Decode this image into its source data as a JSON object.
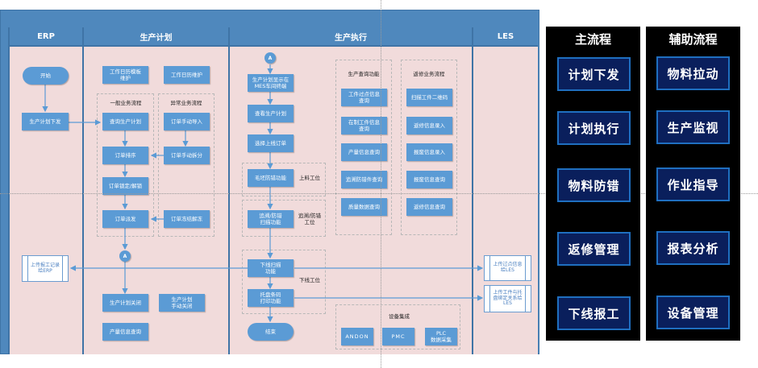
{
  "lanes": [
    {
      "name": "ERP"
    },
    {
      "name": "生产计划"
    },
    {
      "name": "生产执行"
    },
    {
      "name": "LES"
    }
  ],
  "erp": {
    "start": "开始",
    "plan_release": "生产计划下发",
    "upload_report": "上传报工记录\n给ERP"
  },
  "plan": {
    "calendar_template": "工作日历模板\n维护",
    "calendar_maintain": "工作日历维护",
    "group_normal": "一般业务流程",
    "group_exception": "异常业务流程",
    "query_plan": "查询生产计划",
    "order_sort": "订单排序",
    "order_lock": "订单锁定/解锁",
    "order_dispatch": "订单派发",
    "manual_import": "订单手动导入",
    "manual_split": "订单手动拆分",
    "freeze_unfreeze": "订单冻结解冻",
    "connector": "A",
    "plan_close": "生产计划关闭",
    "plan_manual_close": "生产计划\n手动关闭",
    "output_query": "产量信息查询"
  },
  "exec": {
    "connector": "A",
    "show_terminal": "生产计划显示在\nMES车间终端",
    "view_plan": "查看生产计划",
    "select_order": "选择上线订单",
    "blank_error_proof": "毛坯防错功能",
    "station_loading": "上料工位",
    "trace_scan": "追溯/防错\n扫描功能",
    "station_trace": "追溯/防错\n工位",
    "offline_scan": "下线扫描\n功能",
    "station_offline": "下线工位",
    "pallet_print": "托盘条码\n打印功能",
    "end": "结束",
    "query_group": "生产查询功能",
    "query_items": [
      "工件过点信息\n查询",
      "在制工件信息\n查询",
      "产量信息查询",
      "追溯防错件查询",
      "质量数据查询"
    ],
    "repair_group": "返修业务流程",
    "repair_items": [
      "扫描工件二维码",
      "返修信息录入",
      "报废信息录入",
      "报废信息查询",
      "返修信息查询"
    ],
    "device_group": "设备集成",
    "device_items": [
      "ANDON",
      "PMC",
      "PLC\n数据采集"
    ]
  },
  "les": {
    "upload_pass": "上传过点信息\n给LES",
    "upload_bind": "上传工件与托\n盘绑定关系给\nLES"
  },
  "main_panel": {
    "title": "主流程",
    "items": [
      "计划下发",
      "计划执行",
      "物料防错",
      "返修管理",
      "下线报工"
    ]
  },
  "aux_panel": {
    "title": "辅助流程",
    "items": [
      "物料拉动",
      "生产监视",
      "作业指导",
      "报表分析",
      "设备管理"
    ]
  },
  "colors": {
    "lane_header": "#4f88bd",
    "lane_body": "#f1dbdb",
    "node": "#5b9bd5",
    "panel_bg": "#000000",
    "panel_button": "#0a1f5c",
    "panel_button_border": "#1f6fc0"
  }
}
